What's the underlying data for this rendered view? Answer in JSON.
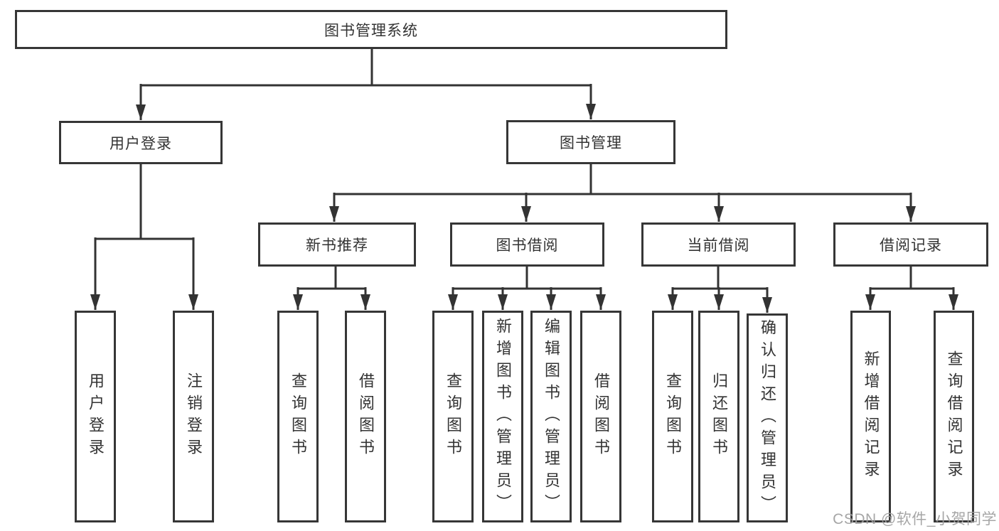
{
  "colors": {
    "line": "#333333",
    "box_border": "#363636",
    "box_fill": "#ffffff",
    "text": "#333333",
    "watermark": "#9f9f9f"
  },
  "watermark": {
    "text": "CSDN @软件_小贺同学"
  },
  "tree": {
    "root": {
      "label": "图书管理系统"
    },
    "branches": [
      {
        "label": "用户登录",
        "children": [
          {
            "label": "用户登录"
          },
          {
            "label": "注销登录"
          }
        ]
      },
      {
        "label": "图书管理",
        "children": [
          {
            "label": "新书推荐",
            "children": [
              {
                "label": "查询图书"
              },
              {
                "label": "借阅图书"
              }
            ]
          },
          {
            "label": "图书借阅",
            "children": [
              {
                "label": "查询图书"
              },
              {
                "label": "新增图书（管理员）"
              },
              {
                "label": "编辑图书（管理员）"
              },
              {
                "label": "借阅图书"
              }
            ]
          },
          {
            "label": "当前借阅",
            "children": [
              {
                "label": "查询图书"
              },
              {
                "label": "归还图书"
              },
              {
                "label": "确认归还（管理员）"
              }
            ]
          },
          {
            "label": "借阅记录",
            "children": [
              {
                "label": "新增借阅记录"
              },
              {
                "label": "查询借阅记录"
              }
            ]
          }
        ]
      }
    ]
  }
}
